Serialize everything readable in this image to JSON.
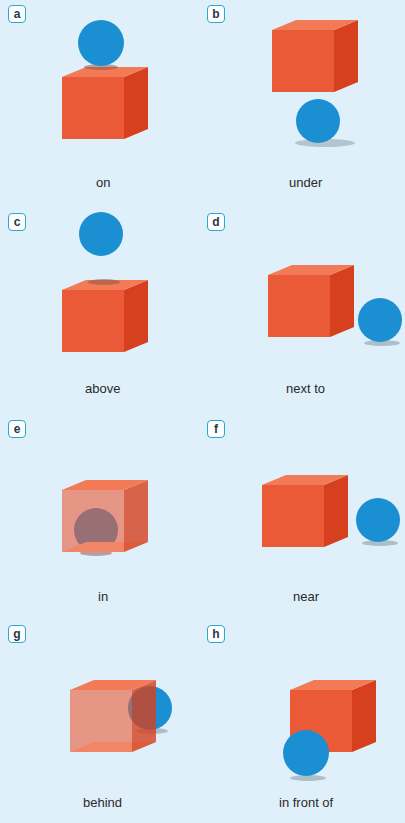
{
  "diagram": {
    "nodes": [
      {
        "text": [
          "a"
        ]
      },
      {
        "text": [
          "b"
        ]
      },
      {
        "text": [
          "c"
        ]
      },
      {
        "text": [
          "d"
        ]
      },
      {
        "text": [
          "e"
        ]
      },
      {
        "text": [
          "f"
        ]
      },
      {
        "text": [
          "g"
        ]
      },
      {
        "text": [
          "h"
        ]
      }
    ],
    "labels": [
      "on",
      "under",
      "above",
      "next to",
      "in",
      "near",
      "behind",
      "in front of"
    ]
  }
}
